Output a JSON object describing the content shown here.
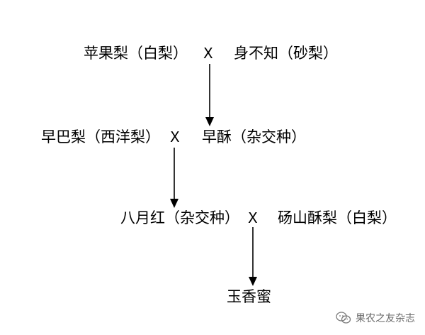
{
  "diagram": {
    "crosses": [
      {
        "parent_a": "苹果梨（白梨）",
        "symbol": "X",
        "parent_b": "身不知（砂梨）"
      },
      {
        "parent_a": "早巴梨（西洋梨）",
        "symbol": "X",
        "parent_b": "早酥（杂交种）"
      },
      {
        "parent_a": "八月红（杂交种）",
        "symbol": "X",
        "parent_b": "砀山酥梨（白梨）"
      }
    ],
    "result": "玉香蜜"
  },
  "watermark": {
    "text": "果农之友杂志",
    "icon": "wechat-icon"
  },
  "colors": {
    "ink": "#000000",
    "watermark": "#6a6a6a"
  }
}
